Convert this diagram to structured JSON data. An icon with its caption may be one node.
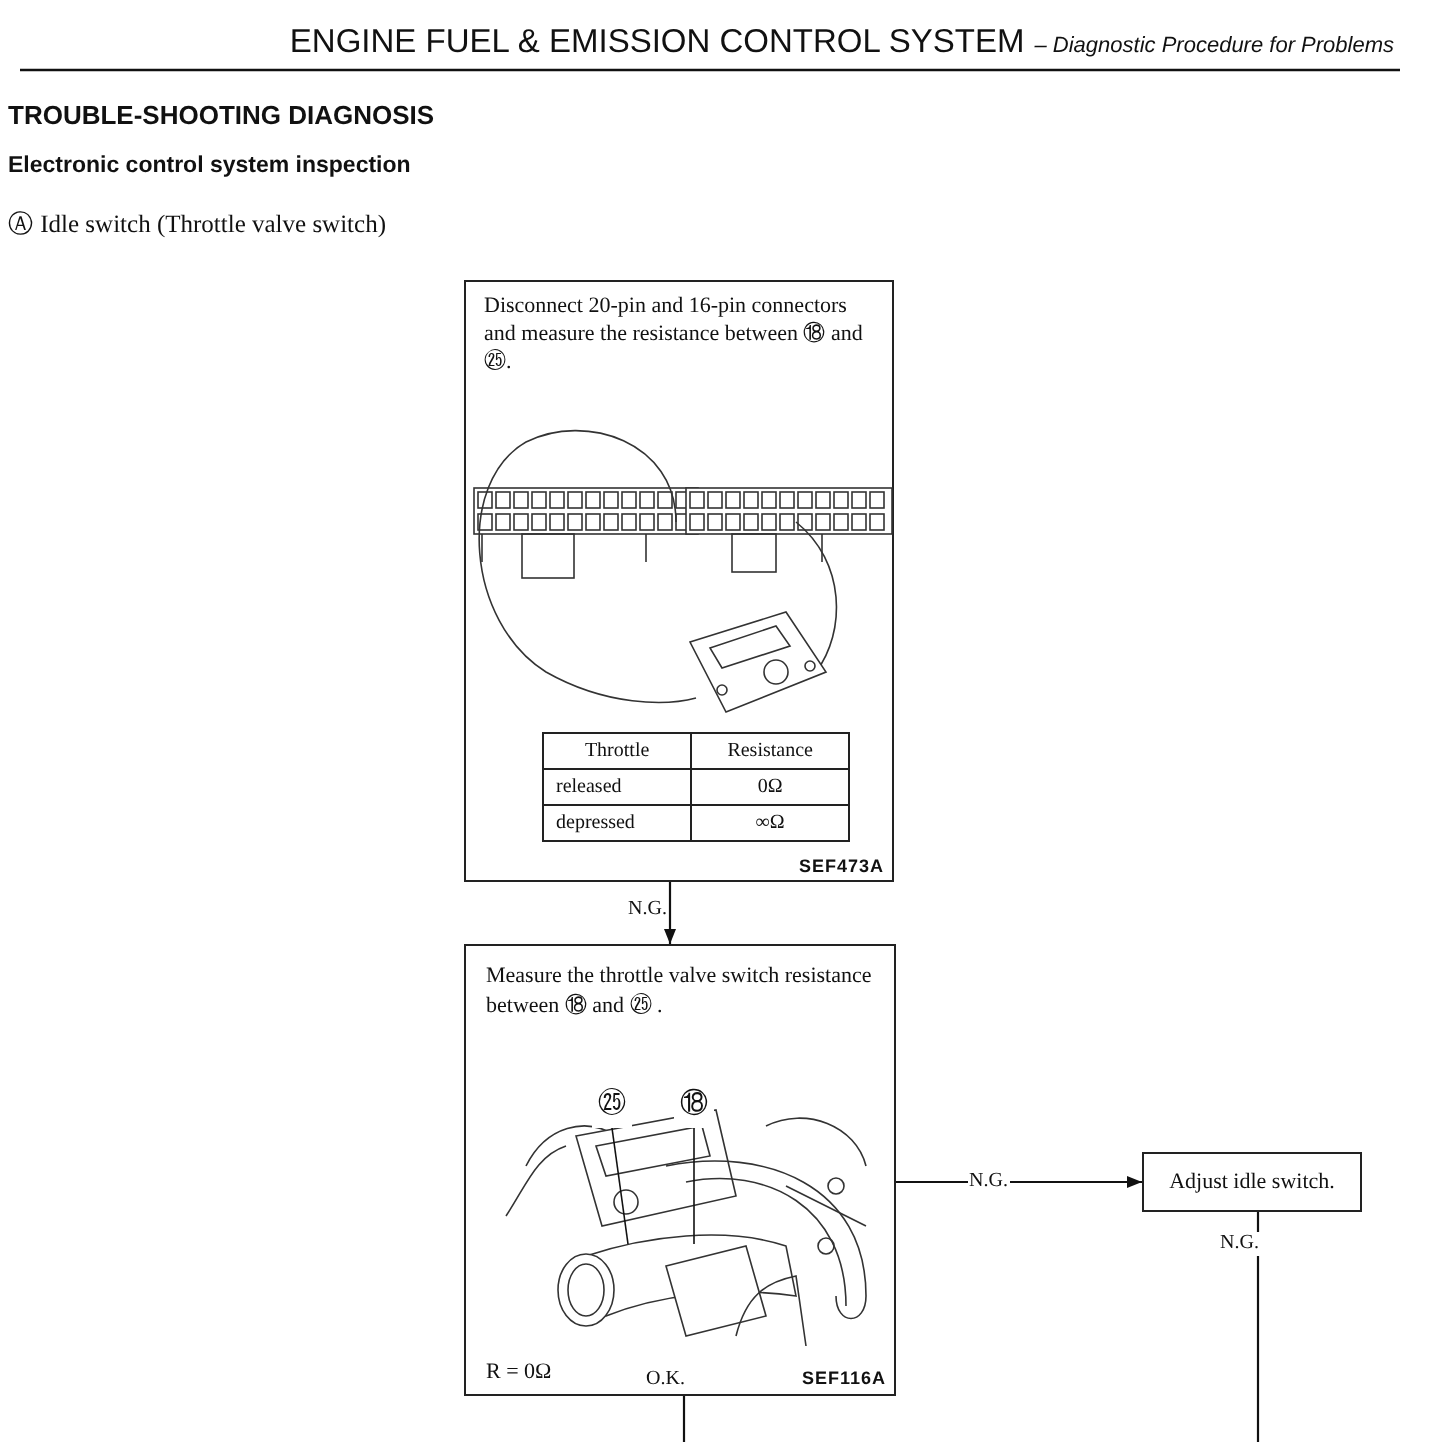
{
  "diagram": {
    "title": "TROUBLE-SHOOTING DIAGNOSIS",
    "nodes": [
      {
        "text": [
          "Disconnect 20-pin and 16-pin connectors and measure the resistance between ⑱ and ㉕.",
          "SEF473A"
        ]
      },
      {
        "text": [
          "Measure the throttle valve switch resistance between ⑱ and ㉕ .",
          "R = 0Ω",
          "SEF116A"
        ]
      },
      {
        "text": [
          "Adjust idle switch."
        ]
      },
      {
        "text": [
          "㉕"
        ],
        "in": 1
      },
      {
        "text": [
          "⑱"
        ],
        "in": 1
      }
    ],
    "edges": [
      {
        "from": 0,
        "to": 1,
        "arrow": "to",
        "label": "N.G."
      },
      {
        "from": 1,
        "to": 2,
        "arrow": "to",
        "label": "N.G."
      },
      {
        "from": 1,
        "to": null,
        "arrow": "none",
        "label": "O.K."
      },
      {
        "from": 2,
        "to": null,
        "arrow": "none",
        "label": "N.G."
      },
      {
        "from": 3,
        "to": null,
        "arrow": "none"
      },
      {
        "from": 4,
        "to": null,
        "arrow": "none"
      }
    ],
    "labels": [
      "ENGINE FUEL & EMISSION CONTROL SYSTEM",
      "– Diagnostic Procedure for Problems",
      "Electronic control system inspection",
      "Ⓐ Idle switch (Throttle valve switch)",
      "Throttle",
      "Resistance",
      "released",
      "0Ω",
      "depressed",
      "∞Ω"
    ]
  }
}
